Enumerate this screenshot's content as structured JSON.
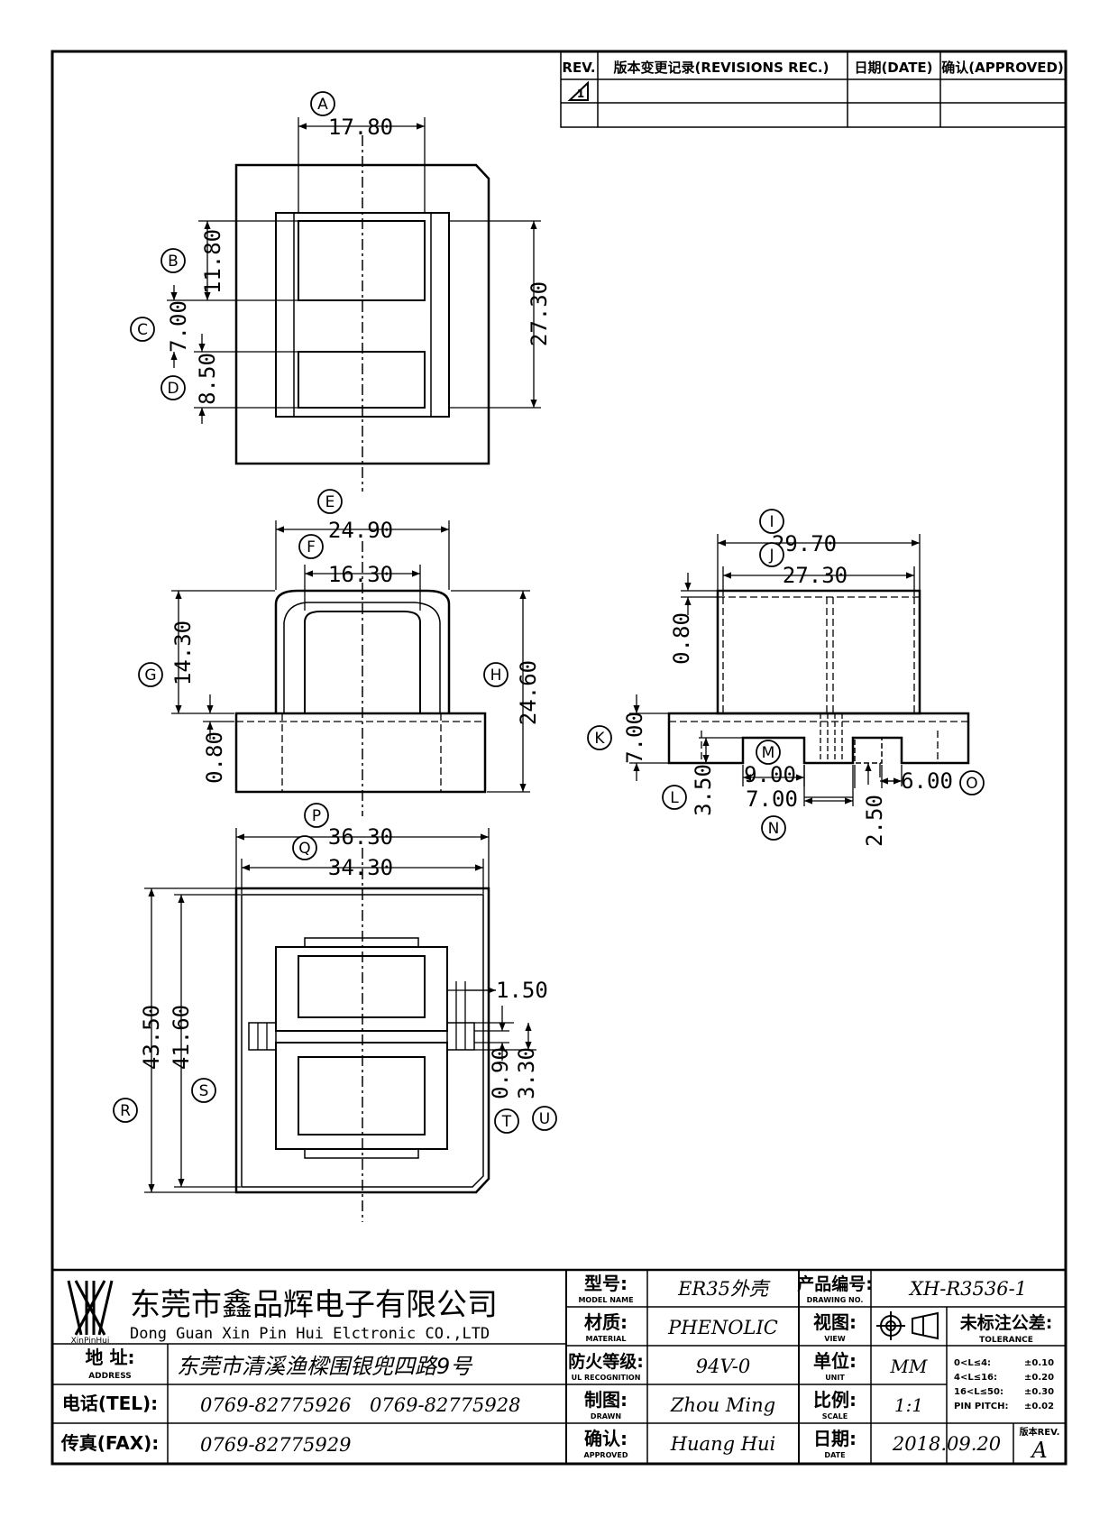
{
  "revision_table": {
    "rev": "REV.",
    "record": "版本变更记录(REVISIONS REC.)",
    "date": "日期(DATE)",
    "approved": "确认(APPROVED)",
    "rev_mark": "1"
  },
  "dims": {
    "A": "17.80",
    "B": "11.80",
    "C": "7.00",
    "D": "8.50",
    "H27": "27.30",
    "E": "24.90",
    "F": "16.30",
    "G": "14.30",
    "H": "24.60",
    "base": "0.80",
    "I": "29.70",
    "J": "27.30",
    "top": "0.80",
    "K": "7.00",
    "L": "3.50",
    "M": "9.00",
    "N": "7.00",
    "O": "6.00",
    "pin": "2.50",
    "P": "36.30",
    "Q": "34.30",
    "R": "43.50",
    "S": "41.60",
    "T": "0.90",
    "U": "3.30",
    "slot": "1.50"
  },
  "callouts": [
    "A",
    "B",
    "C",
    "D",
    "E",
    "F",
    "G",
    "H",
    "I",
    "J",
    "K",
    "L",
    "M",
    "N",
    "O",
    "P",
    "Q",
    "R",
    "S",
    "T",
    "U"
  ],
  "title_block": {
    "company_cn": "东莞市鑫品辉电子有限公司",
    "company_en": "Dong Guan Xin Pin Hui Elctronic CO.,LTD",
    "logo_text": "XinPinHui",
    "address_label": "地 址:",
    "address_label_en": "ADDRESS",
    "address": "东莞市清溪渔樑围银兜四路9号",
    "tel_label": "电话(TEL):",
    "tel1": "0769-82775926",
    "tel2": "0769-82775928",
    "fax_label": "传真(FAX):",
    "fax": "0769-82775929",
    "model_label": "型号:",
    "model_label_en": "MODEL NAME",
    "model": "ER35外壳",
    "material_label": "材质:",
    "material_label_en": "MATERIAL",
    "material": "PHENOLIC",
    "fire_label": "防火等级:",
    "fire_label_en": "UL RECOGNITION",
    "fire": "94V-0",
    "drawn_label": "制图:",
    "drawn_label_en": "DRAWN",
    "drawn": "Zhou Ming",
    "approved_label": "确认:",
    "approved_label_en": "APPROVED",
    "approved": "Huang Hui",
    "drawing_no_label": "产品编号:",
    "drawing_no_label_en": "DRAWING NO.",
    "drawing_no": "XH-R3536-1",
    "view_label": "视图:",
    "view_label_en": "VIEW",
    "unit_label": "单位:",
    "unit_label_en": "UNIT",
    "unit": "MM",
    "scale_label": "比例:",
    "scale_label_en": "SCALE",
    "scale": "1:1",
    "date_label": "日期:",
    "date_label_en": "DATE",
    "date": "2018.09.20",
    "tolerance_label": "未标注公差:",
    "tolerance_label_en": "TOLERANCE",
    "tol1_range": "0<L≤4:",
    "tol1": "±0.10",
    "tol2_range": "4<L≤16:",
    "tol2": "±0.20",
    "tol3_range": "16<L≤50:",
    "tol3": "±0.30",
    "tol4_range": "PIN PITCH:",
    "tol4": "±0.02",
    "version_label": "版本REV.",
    "version": "A"
  }
}
